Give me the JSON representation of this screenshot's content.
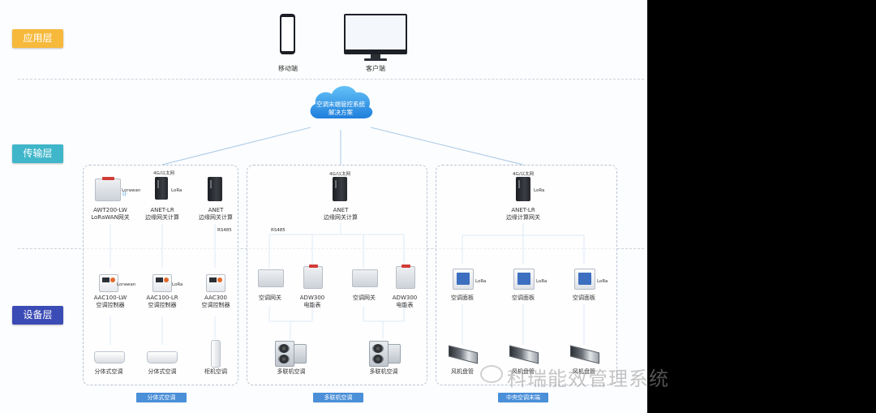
{
  "layers": {
    "app": "应用层",
    "transport": "传输层",
    "device": "设备层"
  },
  "app": {
    "mobile": "移动端",
    "client": "客户端"
  },
  "cloud": {
    "line1": "空调末端管控系统",
    "line2": "解决方案"
  },
  "network": {
    "g4": "4G/以太网",
    "rs485": "RS485",
    "lorawan": "Lorawan",
    "lora": "LoRa"
  },
  "split_group": {
    "gw1_l1": "AWT200-LW",
    "gw1_l2": "LoRaWAN网关",
    "gw2_l1": "ANET-LR",
    "gw2_l2": "边缘网关计算",
    "gw3_l1": "ANET",
    "gw3_l2": "边缘网关计算",
    "c1_l1": "AAC100-LW",
    "c1_l2": "空调控制器",
    "c2_l1": "AAC100-LR",
    "c2_l2": "空调控制器",
    "c3_l1": "AAC300",
    "c3_l2": "空调控制器",
    "ac1": "分体式空调",
    "ac2": "分体式空调",
    "ac3": "柜机空调",
    "footer": "分体式空调"
  },
  "multi_group": {
    "gw_l1": "ANET",
    "gw_l2": "边缘网关计算",
    "d1": "空调网关",
    "d2_l1": "ADW300",
    "d2_l2": "电能表",
    "d3": "空调网关",
    "d4_l1": "ADW300",
    "d4_l2": "电能表",
    "u1": "多联机空调",
    "u2": "多联机空调",
    "footer": "多联机空调"
  },
  "central_group": {
    "gw_l1": "ANET-LR",
    "gw_l2": "边缘计算网关",
    "p1": "空调面板",
    "p2": "空调面板",
    "p3": "空调面板",
    "f1": "风机盘管",
    "f2": "风机盘管",
    "f3": "风机盘管",
    "footer": "中央空调末端"
  },
  "watermark": "科瑞能效管理系统",
  "colors": {
    "layer_app": "#f6b93b",
    "layer_transport": "#3fb6c9",
    "layer_device": "#3b4bb5",
    "line": "#9fc2e6",
    "pill": "#4a8fd8"
  }
}
